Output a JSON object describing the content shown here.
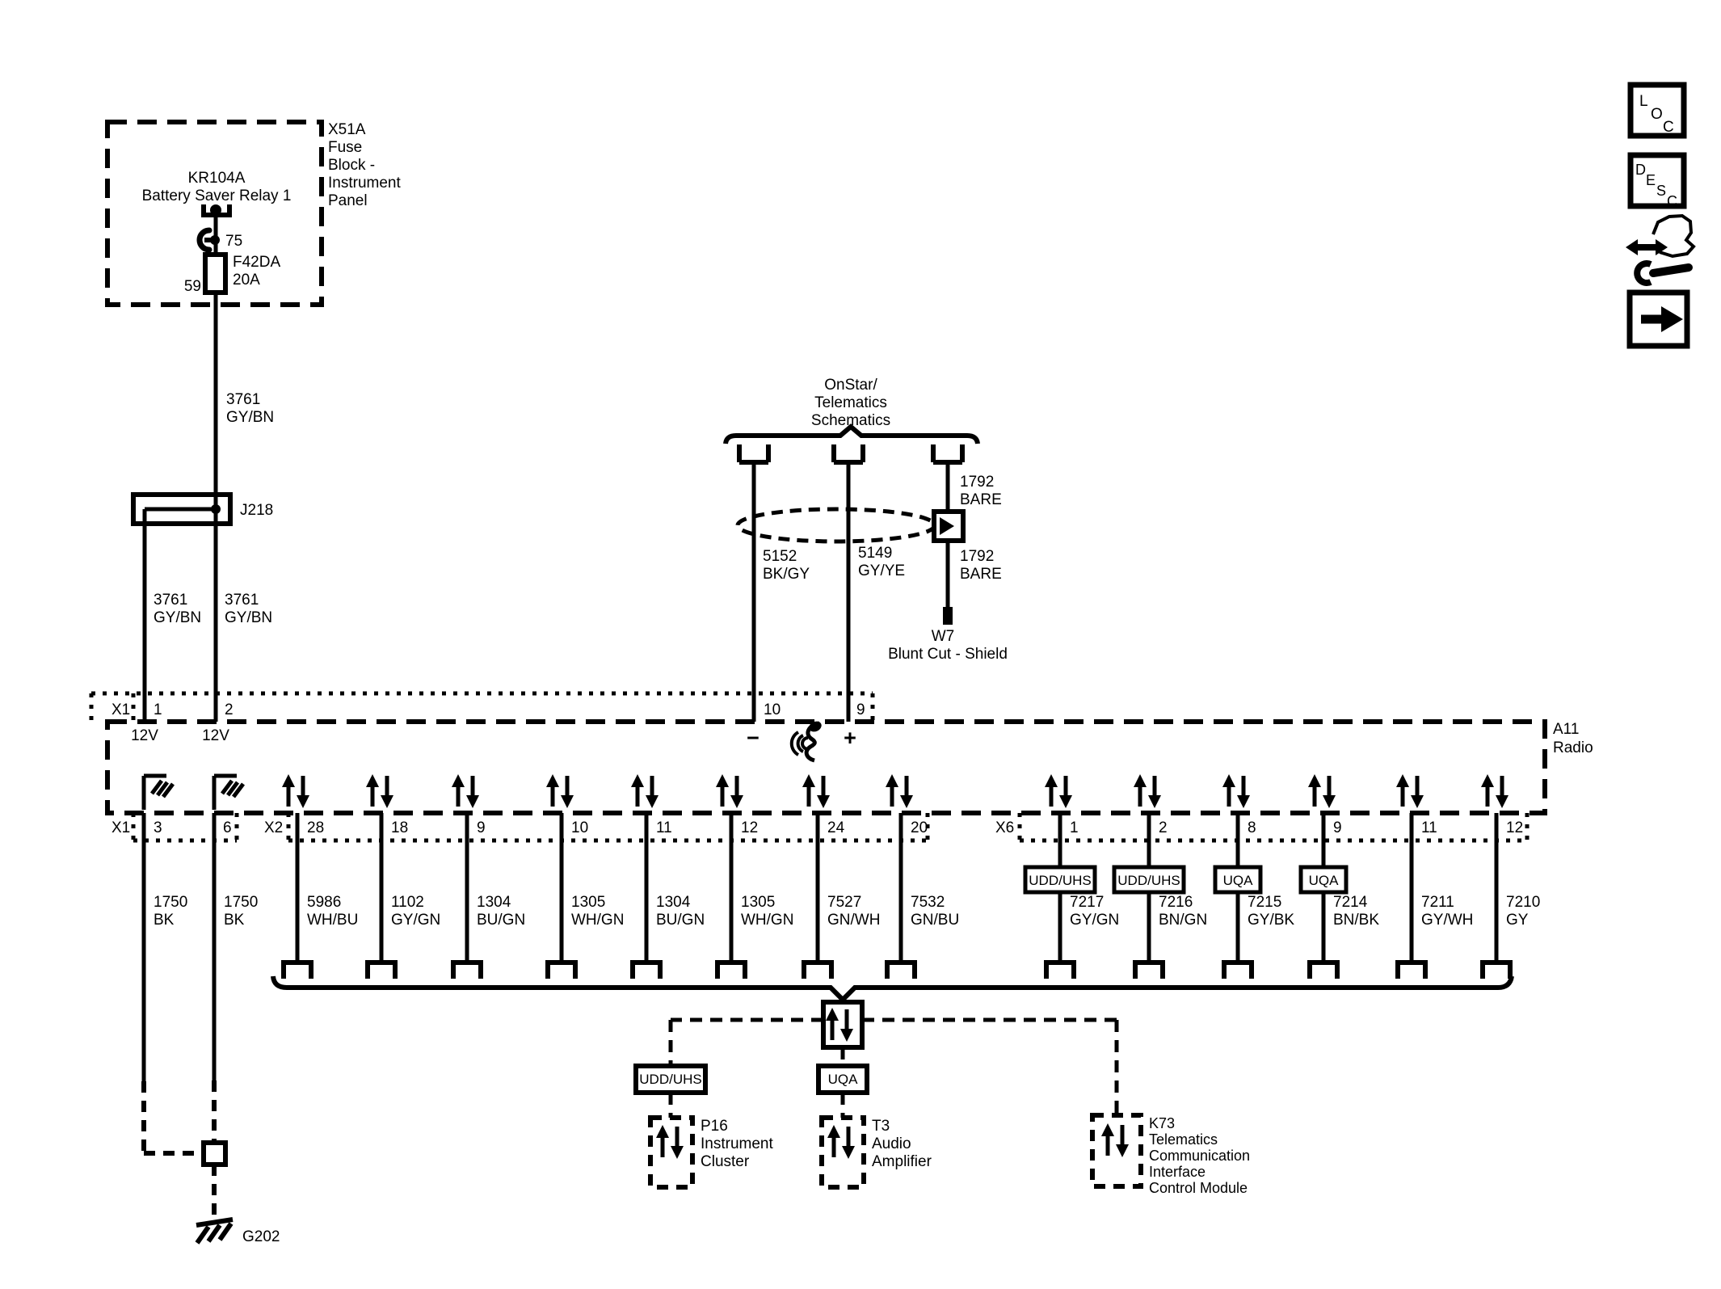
{
  "colors": {
    "ink": "#000000",
    "paper": "#ffffff"
  },
  "fuse_block": {
    "label_lines": [
      "X51A",
      "Fuse",
      "Block -",
      "Instrument",
      "Panel"
    ],
    "relay_id": "KR104A",
    "relay_name": "Battery Saver Relay 1",
    "relay_pin": "75",
    "fuse_id": "F42DA",
    "fuse_rating": "20A",
    "fuse_pin": "59"
  },
  "feed_wire": {
    "circuit": "3761",
    "color": "GY/BN"
  },
  "splice_label": "J218",
  "branch_left": {
    "circuit": "3761",
    "color": "GY/BN"
  },
  "branch_right": {
    "circuit": "3761",
    "color": "GY/BN"
  },
  "onstar": {
    "title_lines": [
      "OnStar/",
      "Telematics",
      "Schematics"
    ],
    "left_wire": {
      "circuit": "5152",
      "color": "BK/GY"
    },
    "mid_wire": {
      "circuit": "5149",
      "color": "GY/YE"
    },
    "shield_top": {
      "circuit": "1792",
      "color": "BARE"
    },
    "shield_bottom": {
      "circuit": "1792",
      "color": "BARE"
    },
    "blunt_id": "W7",
    "blunt_desc": "Blunt Cut - Shield"
  },
  "radio": {
    "id": "A11",
    "name": "Radio"
  },
  "x1_top": {
    "name": "X1",
    "pin1": "1",
    "pin2": "2",
    "pin10": "10",
    "pin9": "9",
    "v1": "12V",
    "v2": "12V",
    "minus": "−",
    "plus": "+"
  },
  "x1_bot": {
    "name": "X1",
    "pin3": "3",
    "pin6": "6",
    "wire3": {
      "circuit": "1750",
      "color": "BK"
    },
    "wire6": {
      "circuit": "1750",
      "color": "BK"
    }
  },
  "x2": {
    "name": "X2",
    "pins": [
      {
        "num": "28",
        "circuit": "5986",
        "color": "WH/BU"
      },
      {
        "num": "18",
        "circuit": "1102",
        "color": "GY/GN"
      },
      {
        "num": "9",
        "circuit": "1304",
        "color": "BU/GN"
      },
      {
        "num": "10",
        "circuit": "1305",
        "color": "WH/GN"
      },
      {
        "num": "11",
        "circuit": "1304",
        "color": "BU/GN"
      },
      {
        "num": "12",
        "circuit": "1305",
        "color": "WH/GN"
      },
      {
        "num": "24",
        "circuit": "7527",
        "color": "GN/WH"
      },
      {
        "num": "20",
        "circuit": "7532",
        "color": "GN/BU"
      }
    ]
  },
  "x6": {
    "name": "X6",
    "pins": [
      {
        "num": "1",
        "tag": "UDD/UHS",
        "circuit": "7217",
        "color": "GY/GN"
      },
      {
        "num": "2",
        "tag": "UDD/UHS",
        "circuit": "7216",
        "color": "BN/GN"
      },
      {
        "num": "8",
        "tag": "UQA",
        "circuit": "7215",
        "color": "GY/BK"
      },
      {
        "num": "9",
        "tag": "UQA",
        "circuit": "7214",
        "color": "BN/BK"
      },
      {
        "num": "11",
        "circuit": "7211",
        "color": "GY/WH"
      },
      {
        "num": "12",
        "circuit": "7210",
        "color": "GY"
      }
    ]
  },
  "bottom": {
    "bus_tag_left": "UDD/UHS",
    "bus_tag_center": "UQA",
    "components": [
      {
        "id": "P16",
        "lines": [
          "Instrument",
          "Cluster"
        ]
      },
      {
        "id": "T3",
        "lines": [
          "Audio",
          "Amplifier"
        ]
      },
      {
        "id": "K73",
        "lines": [
          "Telematics",
          "Communication",
          "Interface",
          "Control Module"
        ]
      }
    ]
  },
  "ground_label": "G202",
  "icons": {
    "loc_letters": [
      "L",
      "O",
      "C"
    ],
    "desc_letters": [
      "D",
      "E",
      "S",
      "C"
    ]
  }
}
